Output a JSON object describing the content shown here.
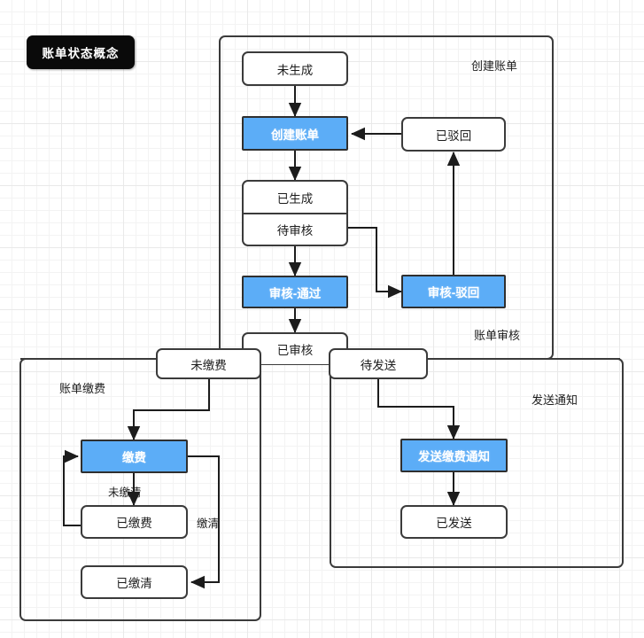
{
  "title": {
    "text": "账单状态概念"
  },
  "colors": {
    "highlight": "#5cadf7",
    "stroke": "#3b3b3b",
    "grid_minor": "#f3f3f3",
    "grid_major": "#e9e9e9",
    "badge_bg": "#0a0a0a",
    "node_bg": "#ffffff"
  },
  "groups": [
    {
      "id": "create-bill",
      "label": "创建账单"
    },
    {
      "id": "audit-bill",
      "label": "账单审核"
    },
    {
      "id": "pay-bill",
      "label": "账单缴费"
    },
    {
      "id": "send-notice",
      "label": "发送通知"
    }
  ],
  "nodes": [
    {
      "id": "not-generated",
      "label": "未生成",
      "highlight": false
    },
    {
      "id": "create-bill-act",
      "label": "创建账单",
      "highlight": true
    },
    {
      "id": "rejected",
      "label": "已驳回",
      "highlight": false
    },
    {
      "id": "generated",
      "label": "已生成",
      "highlight": false
    },
    {
      "id": "pending-audit",
      "label": "待审核",
      "highlight": false
    },
    {
      "id": "audit-pass",
      "label": "审核-通过",
      "highlight": true
    },
    {
      "id": "audit-reject",
      "label": "审核-驳回",
      "highlight": true
    },
    {
      "id": "audited",
      "label": "已审核",
      "highlight": false
    },
    {
      "id": "unpaid",
      "label": "未缴费",
      "highlight": false
    },
    {
      "id": "pending-send",
      "label": "待发送",
      "highlight": false
    },
    {
      "id": "pay-act",
      "label": "缴费",
      "highlight": true
    },
    {
      "id": "paid",
      "label": "已缴费",
      "highlight": false
    },
    {
      "id": "settled",
      "label": "已缴清",
      "highlight": false
    },
    {
      "id": "send-notice-act",
      "label": "发送缴费通知",
      "highlight": true
    },
    {
      "id": "sent",
      "label": "已发送",
      "highlight": false
    }
  ],
  "edge_labels": [
    {
      "id": "not-settled",
      "label": "未缴清"
    },
    {
      "id": "settled-lbl",
      "label": "缴清"
    }
  ]
}
